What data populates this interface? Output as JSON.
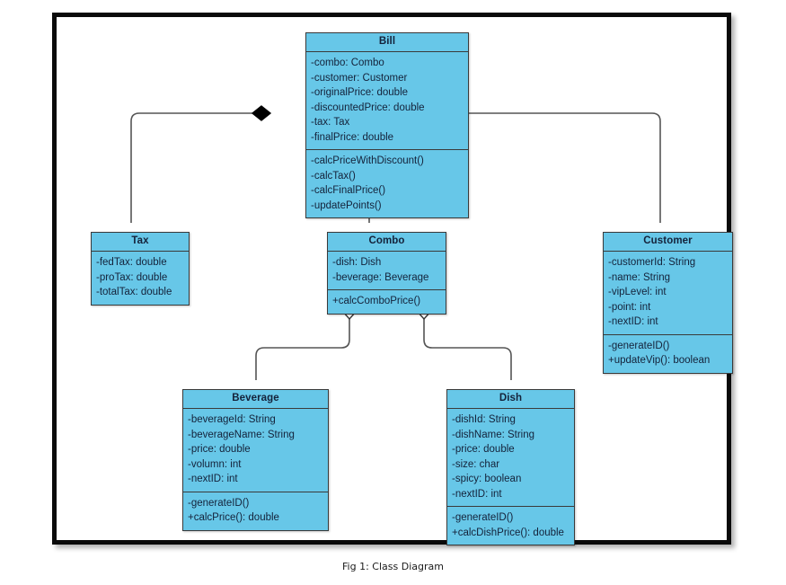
{
  "figure": {
    "caption": "Fig 1: Class Diagram",
    "colors": {
      "class_fill": "#67C7E8",
      "class_border": "#3a3a3a",
      "frame_border": "#0a0a0a",
      "connector": "#555555",
      "page_background": "#ffffff"
    }
  },
  "classes": {
    "bill": {
      "name": "Bill",
      "attributes": [
        "-combo: Combo",
        "-customer: Customer",
        "-originalPrice: double",
        "-discountedPrice: double",
        "-tax: Tax",
        "-finalPrice: double"
      ],
      "methods": [
        "-calcPriceWithDiscount()",
        "-calcTax()",
        "-calcFinalPrice()",
        "-updatePoints()"
      ]
    },
    "tax": {
      "name": "Tax",
      "attributes": [
        "-fedTax: double",
        "-proTax: double",
        "-totalTax: double"
      ],
      "methods": []
    },
    "combo": {
      "name": "Combo",
      "attributes": [
        "-dish: Dish",
        "-beverage: Beverage"
      ],
      "methods": [
        "+calcComboPrice()"
      ]
    },
    "customer": {
      "name": "Customer",
      "attributes": [
        "-customerId: String",
        "-name: String",
        "-vipLevel: int",
        "-point: int",
        "-nextID: int"
      ],
      "methods": [
        "-generateID()",
        "+updateVip(): boolean"
      ]
    },
    "beverage": {
      "name": "Beverage",
      "attributes": [
        "-beverageId: String",
        "-beverageName: String",
        "-price: double",
        "-volumn: int",
        "-nextID: int"
      ],
      "methods": [
        "-generateID()",
        "+calcPrice(): double"
      ]
    },
    "dish": {
      "name": "Dish",
      "attributes": [
        "-dishId: String",
        "-dishName: String",
        "-price: double",
        "-size: char",
        "-spicy: boolean",
        "-nextID: int"
      ],
      "methods": [
        "-generateID()",
        "+calcDishPrice(): double"
      ]
    }
  },
  "relationships": [
    {
      "from": "Bill",
      "to": "Tax",
      "type": "composition",
      "marker": "filled-diamond"
    },
    {
      "from": "Bill",
      "to": "Customer",
      "type": "aggregation",
      "marker": "hollow-diamond"
    },
    {
      "from": "Bill",
      "to": "Combo",
      "type": "aggregation",
      "marker": "hollow-diamond"
    },
    {
      "from": "Combo",
      "to": "Beverage",
      "type": "aggregation",
      "marker": "hollow-diamond"
    },
    {
      "from": "Combo",
      "to": "Dish",
      "type": "aggregation",
      "marker": "hollow-diamond"
    }
  ]
}
